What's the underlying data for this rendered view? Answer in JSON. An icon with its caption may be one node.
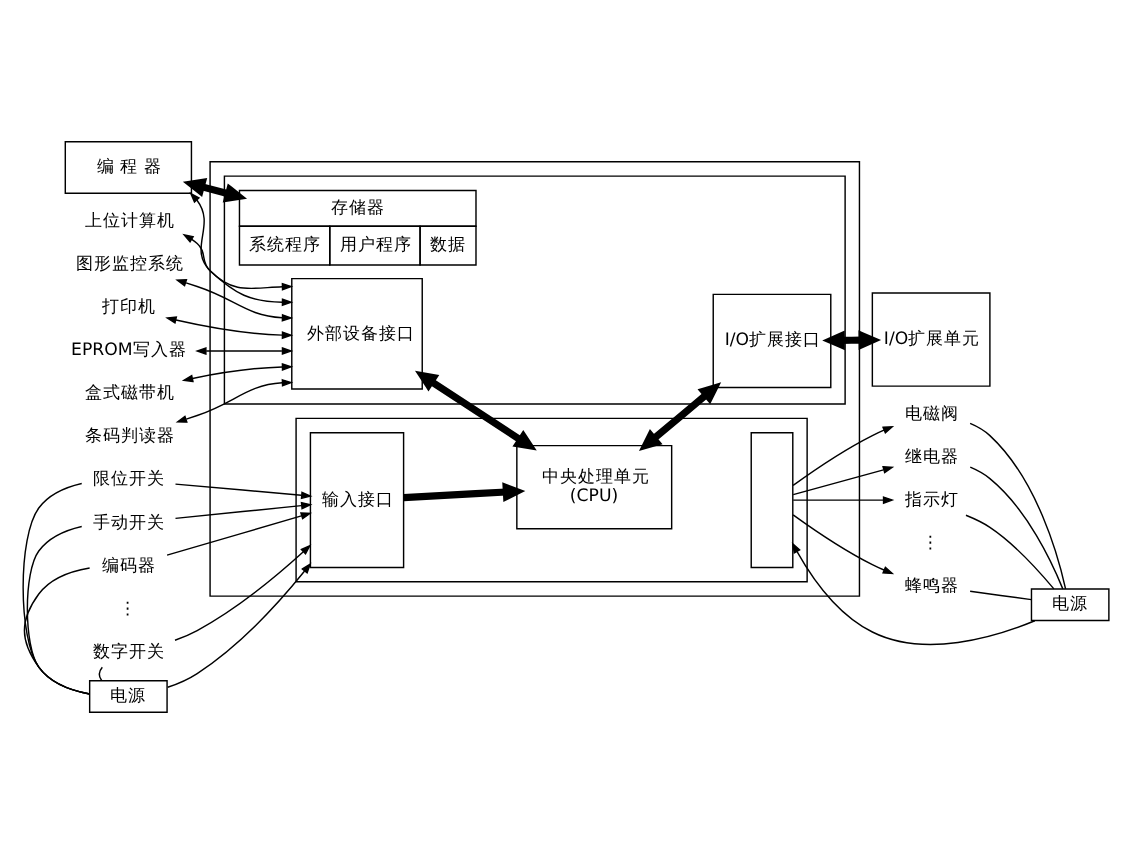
{
  "diagram": {
    "nodes": [
      {
        "text": [
          "编 程 器"
        ]
      },
      {
        "text": [],
        "shape": "box"
      },
      {
        "text": [],
        "shape": "box",
        "in": 1
      },
      {
        "text": [
          "外部设备接口"
        ],
        "in": 2
      },
      {
        "text": [
          "存储器",
          "系统程序",
          "用户程序",
          "数据"
        ],
        "in": 2
      },
      {
        "text": [
          "I/O扩展接口"
        ],
        "in": 2
      },
      {
        "text": [
          "I/O扩展单元"
        ]
      },
      {
        "text": [
          "上位计算机"
        ]
      },
      {
        "text": [
          "图形监控系统"
        ]
      },
      {
        "text": [
          "打印机"
        ]
      },
      {
        "text": [
          "EPROM写入器"
        ]
      },
      {
        "text": [
          "盒式磁带机"
        ]
      },
      {
        "text": [
          "条码判读器"
        ]
      },
      {
        "text": [],
        "shape": "box",
        "in": 1
      },
      {
        "text": [
          "输入接口"
        ],
        "in": 13
      },
      {
        "text": [
          "中央处理单元",
          "(CPU)"
        ],
        "in": 13
      },
      {
        "text": [],
        "shape": "box",
        "in": 13
      },
      {
        "text": [
          "限位开关"
        ]
      },
      {
        "text": [
          "手动开关"
        ]
      },
      {
        "text": [
          "编码器"
        ]
      },
      {
        "text": [
          "数字开关"
        ]
      },
      {
        "text": [
          "电磁阀"
        ]
      },
      {
        "text": [
          "继电器"
        ]
      },
      {
        "text": [
          "指示灯"
        ]
      },
      {
        "text": [
          "蜂鸣器"
        ]
      },
      {
        "text": [
          "电源"
        ]
      },
      {
        "text": [
          "电源"
        ]
      }
    ],
    "edges": [
      {
        "from": 0,
        "to": 4,
        "arrow": "both",
        "style": "thick"
      },
      {
        "from": 0,
        "to": 3,
        "arrow": "both"
      },
      {
        "from": 7,
        "to": 3,
        "arrow": "both"
      },
      {
        "from": 8,
        "to": 3,
        "arrow": "both"
      },
      {
        "from": 9,
        "to": 3,
        "arrow": "both"
      },
      {
        "from": 10,
        "to": 3,
        "arrow": "both"
      },
      {
        "from": 11,
        "to": 3,
        "arrow": "both"
      },
      {
        "from": 12,
        "to": 3,
        "arrow": "both"
      },
      {
        "from": 3,
        "to": 15,
        "arrow": "both",
        "style": "thick"
      },
      {
        "from": 15,
        "to": 5,
        "arrow": "both",
        "style": "thick"
      },
      {
        "from": 5,
        "to": 6,
        "arrow": "both",
        "style": "thick"
      },
      {
        "from": 14,
        "to": 15,
        "arrow": "to",
        "style": "thick"
      },
      {
        "from": 17,
        "to": 14,
        "arrow": "to"
      },
      {
        "from": 18,
        "to": 14,
        "arrow": "to"
      },
      {
        "from": 19,
        "to": 14,
        "arrow": "to"
      },
      {
        "from": 20,
        "to": 14,
        "arrow": "to"
      },
      {
        "from": 25,
        "to": 17,
        "arrow": "none"
      },
      {
        "from": 25,
        "to": 18,
        "arrow": "none"
      },
      {
        "from": 25,
        "to": 19,
        "arrow": "none"
      },
      {
        "from": 25,
        "to": 20,
        "arrow": "none"
      },
      {
        "from": 25,
        "to": 14,
        "arrow": "to"
      },
      {
        "from": 16,
        "to": 21,
        "arrow": "to"
      },
      {
        "from": 16,
        "to": 22,
        "arrow": "to"
      },
      {
        "from": 16,
        "to": 23,
        "arrow": "to"
      },
      {
        "from": 16,
        "to": 24,
        "arrow": "to"
      },
      {
        "from": 21,
        "to": 26,
        "arrow": "none"
      },
      {
        "from": 22,
        "to": 26,
        "arrow": "none"
      },
      {
        "from": 23,
        "to": 26,
        "arrow": "none"
      },
      {
        "from": 24,
        "to": 26,
        "arrow": "none"
      },
      {
        "from": 26,
        "to": 16,
        "arrow": "to"
      }
    ],
    "labels": [
      "⋮",
      "⋮"
    ]
  }
}
